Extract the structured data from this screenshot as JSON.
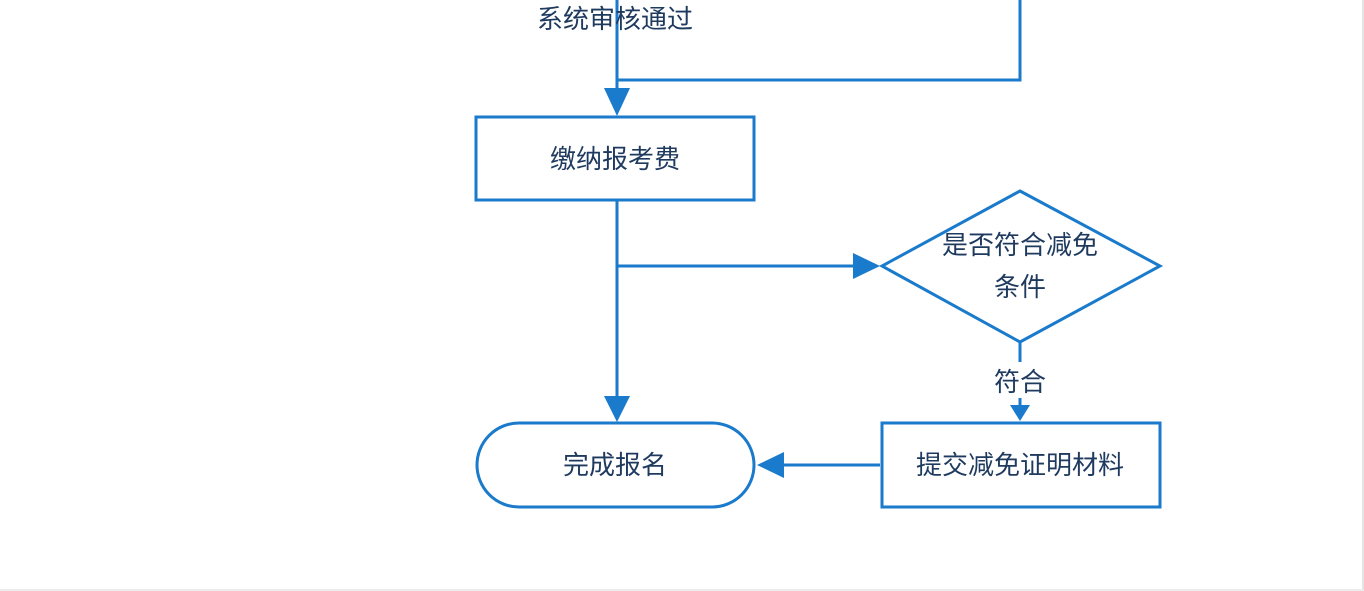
{
  "diagram": {
    "colors": {
      "stroke": "#1a7acb",
      "text": "#1f3a5f"
    },
    "labels": {
      "approved": "系统审核通过",
      "pay_fee": "缴纳报考费",
      "decision_line1": "是否符合减免",
      "decision_line2": "条件",
      "yes_label": "符合",
      "submit_docs": "提交减免证明材料",
      "complete": "完成报名"
    }
  }
}
